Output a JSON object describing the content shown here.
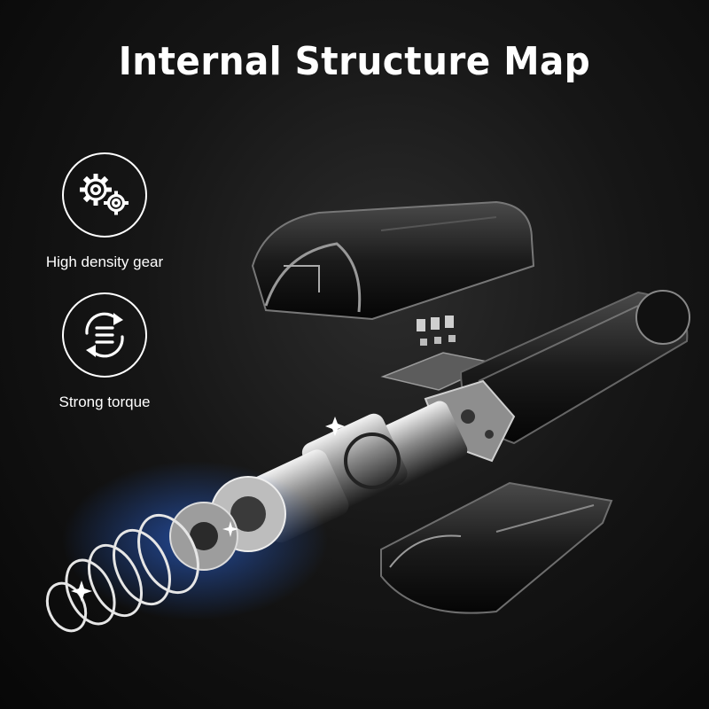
{
  "title": "Internal Structure Map",
  "features": [
    {
      "label": "High density gear",
      "icon": "gears-icon"
    },
    {
      "label": "Strong torque",
      "icon": "rotation-torque-icon"
    }
  ],
  "colors": {
    "background": "#0b0b0b",
    "text": "#ffffff",
    "accent_glow": "#2f74ff",
    "metal_light": "#d8d8d8",
    "metal_dark": "#1a1a1a"
  }
}
